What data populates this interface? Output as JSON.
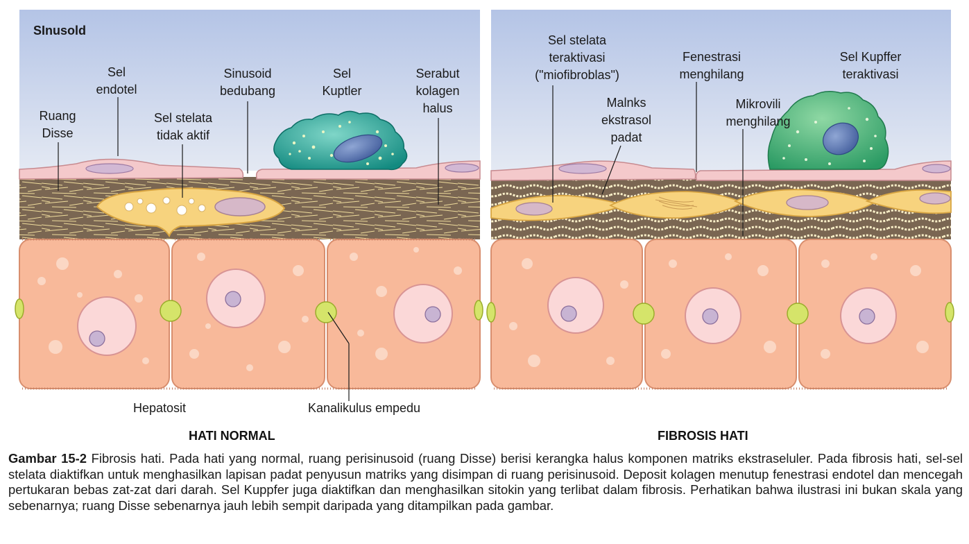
{
  "panels": {
    "normal": {
      "corner_title": "SInusold",
      "title": "HATI NORMAL",
      "labels": {
        "sel_endotel": "Sel\nendotel",
        "sinusoid_bedubang": "Sinusoid\nbedubang",
        "sel_kuptler": "Sel\nKuptler",
        "serabut_kolagen": "Serabut\nkolagen\nhalus",
        "ruang_disse": "Ruang\nDisse",
        "sel_stelata_tidak_aktif": "Sel stelata\ntidak aktif",
        "hepatosit": "Hepatosit",
        "kanalikulus": "Kanalikulus empedu"
      }
    },
    "fibrosis": {
      "title": "FIBROSIS HATI",
      "labels": {
        "sel_stelata_teraktivasi": "Sel stelata\nteraktivasi\n(\"miofibroblas\")",
        "fenestrasi": "Fenestrasi\nmenghilang",
        "sel_kupffer": "Sel Kupffer\nteraktivasi",
        "matriks": "Malnks\nekstrasol\npadat",
        "mikrovili": "Mikrovili\nmenghilang"
      }
    }
  },
  "caption": {
    "label": "Gambar 15-2",
    "text": " Fibrosis hati. Pada hati yang normal, ruang perisinusoid (ruang Disse) berisi kerangka halus komponen matriks ekstraseluler. Pada fibrosis hati, sel-sel stelata diaktifkan untuk menghasilkan lapisan padat penyusun matriks yang disimpan di ruang perisinusoid. Deposit kolagen menutup fenestrasi endotel dan mencegah pertukaran bebas zat-zat dari darah. Sel Kuppfer juga diaktifkan dan menghasilkan sitokin yang terlibat dalam fibrosis. Perhatikan bahwa ilustrasi ini bukan skala yang sebenarnya; ruang Disse sebenarnya jauh lebih sempit daripada yang ditampilkan pada gambar."
  },
  "colors": {
    "sky_top": "#b7c6e6",
    "sky_bottom": "#e2e8f3",
    "endothelium": "#f4c9cb",
    "disse_space": "#7a6652",
    "collagen": "#f2df9a",
    "stellate": "#f7d37e",
    "hepatocyte": "#f8b99a",
    "canaliculus": "#d5e46a",
    "kupffer_normal": "#1f9e93",
    "kupffer_active": "#3fae6e",
    "nucleus": "#c8b4d3"
  }
}
